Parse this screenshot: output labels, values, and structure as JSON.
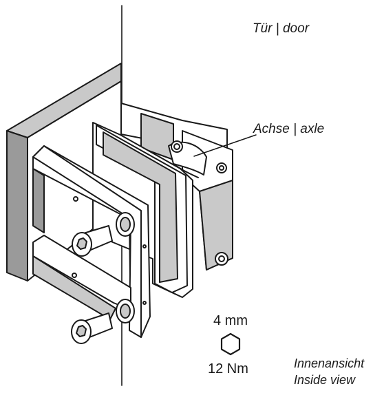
{
  "labels": {
    "door": "Tür | door",
    "axle": "Achse | axle",
    "wrench_size": "4 mm",
    "torque": "12 Nm",
    "view_de": "Innenansicht",
    "view_en": "Inside view"
  },
  "icons": {
    "tool": "hex-key-icon"
  },
  "colors": {
    "line": "#1a1a1a",
    "fill": "#ffffff",
    "shade": "#c9c9c9",
    "dark_shade": "#9a9a9a"
  }
}
